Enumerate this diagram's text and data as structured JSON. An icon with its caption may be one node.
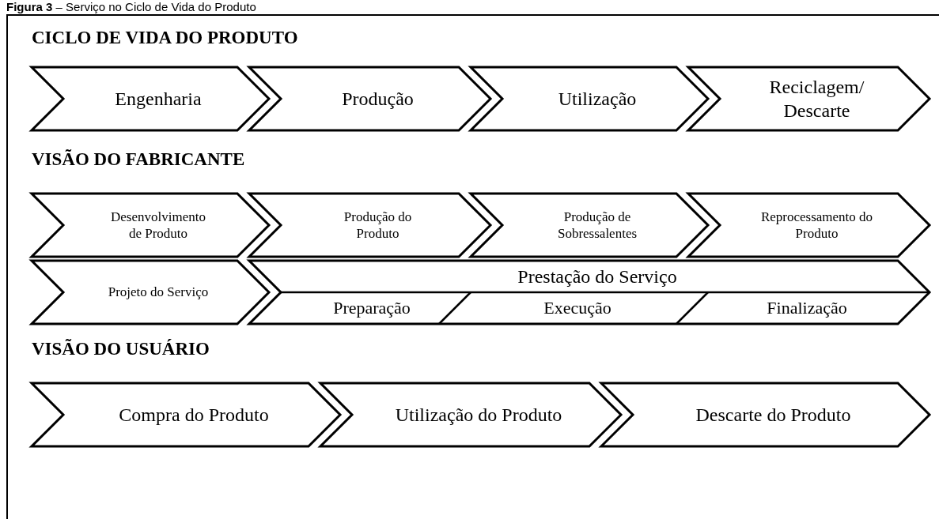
{
  "diagram": {
    "title": "**Figura 3** – Serviço no Ciclo de Vida do Produto",
    "nodes": [
      {
        "text": [
          "Engenharia"
        ]
      },
      {
        "text": [
          "Produção"
        ]
      },
      {
        "text": [
          "Utilização"
        ]
      },
      {
        "text": [
          "Reciclagem/ Descarte"
        ]
      },
      {
        "text": [
          "Desenvolvimento de Produto"
        ]
      },
      {
        "text": [
          "Produção do Produto"
        ]
      },
      {
        "text": [
          "Produção de Sobressalentes"
        ]
      },
      {
        "text": [
          "Reprocessamento do Produto"
        ]
      },
      {
        "text": [
          "Projeto do Serviço"
        ]
      },
      {
        "text": [
          "Prestação do Serviço"
        ]
      },
      {
        "text": [
          "Preparação"
        ],
        "in": 9
      },
      {
        "text": [
          "Execução"
        ],
        "in": 9
      },
      {
        "text": [
          "Finalização"
        ],
        "in": 9
      },
      {
        "text": [
          "Compra do Produto"
        ]
      },
      {
        "text": [
          "Utilização do Produto"
        ]
      },
      {
        "text": [
          "Descarte do Produto"
        ]
      }
    ],
    "edges": [],
    "labels": [
      "CICLO DE VIDA DO PRODUTO",
      "VISÃO DO FABRICANTE",
      "VISÃO DO USUÁRIO"
    ]
  }
}
